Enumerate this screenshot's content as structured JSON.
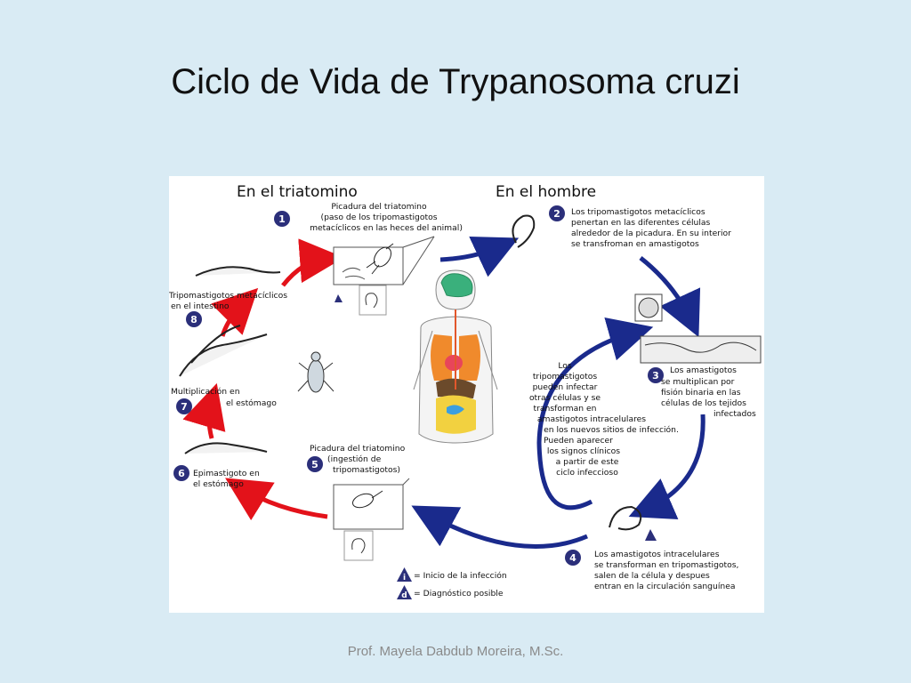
{
  "title": "Ciclo de Vida de Trypanosoma cruzi",
  "footer": "Prof. Mayela Dabdub Moreira, M.Sc.",
  "colors": {
    "background": "#d9ebf4",
    "host_arrow": "#1a2a8c",
    "vector_arrow": "#e3121a",
    "step_circle": "#2b2f7a"
  },
  "diagram": {
    "header_vector": "En el triatomino",
    "header_human": "En el hombre",
    "steps": [
      {
        "number": "1",
        "lines": [
          "Picadura del triatomino",
          "(paso de los tripomastigotos",
          "metacíclicos en las heces del animal)"
        ]
      },
      {
        "number": "2",
        "lines": [
          "Los tripomastigotos metacíclicos",
          "penertan en las diferentes células",
          "alrededor de la picadura. En su interior",
          "se transfroman en amastigotos"
        ]
      },
      {
        "number": "3",
        "lines": [
          "Los amastigotos",
          "se multiplican por",
          "fisión binaria en las",
          "células de los tejidos",
          "infectados"
        ]
      },
      {
        "number": "4",
        "lines": [
          "Los amastigotos intracelulares",
          "se transforman en tripomastigotos,",
          "salen de la célula y  despues",
          "entran en la circulación sanguínea"
        ]
      },
      {
        "number": "5",
        "lines": [
          "Picadura del triatomino",
          "(ingestión de",
          "tripomastigotos)"
        ]
      },
      {
        "number": "6",
        "lines": [
          "Epimastigoto en",
          "el estómago"
        ]
      },
      {
        "number": "7",
        "lines": [
          "Multiplicación en",
          "el estómago"
        ]
      },
      {
        "number": "8",
        "lines": [
          "Tripomastigotos metacíclicos",
          "en el intestino"
        ]
      }
    ],
    "center_note": [
      "Los",
      "tripomastigotos",
      "pueden infectar",
      "otras células y se",
      "transforman en",
      "amastigotos intracelulares",
      "en los nuevos sitios de infección.",
      "Pueden aparecer",
      "los signos clínicos",
      "a partir de este",
      "ciclo infeccioso"
    ],
    "legend": [
      {
        "symbol": "i",
        "label": "= Inicio de la infección"
      },
      {
        "symbol": "d",
        "label": "= Diagnóstico posible"
      }
    ],
    "icons": [
      "triatomine-bug-icon",
      "trypomastigote-icon",
      "amastigote-cell-icon",
      "human-body-icon",
      "epimastigote-icon"
    ]
  }
}
